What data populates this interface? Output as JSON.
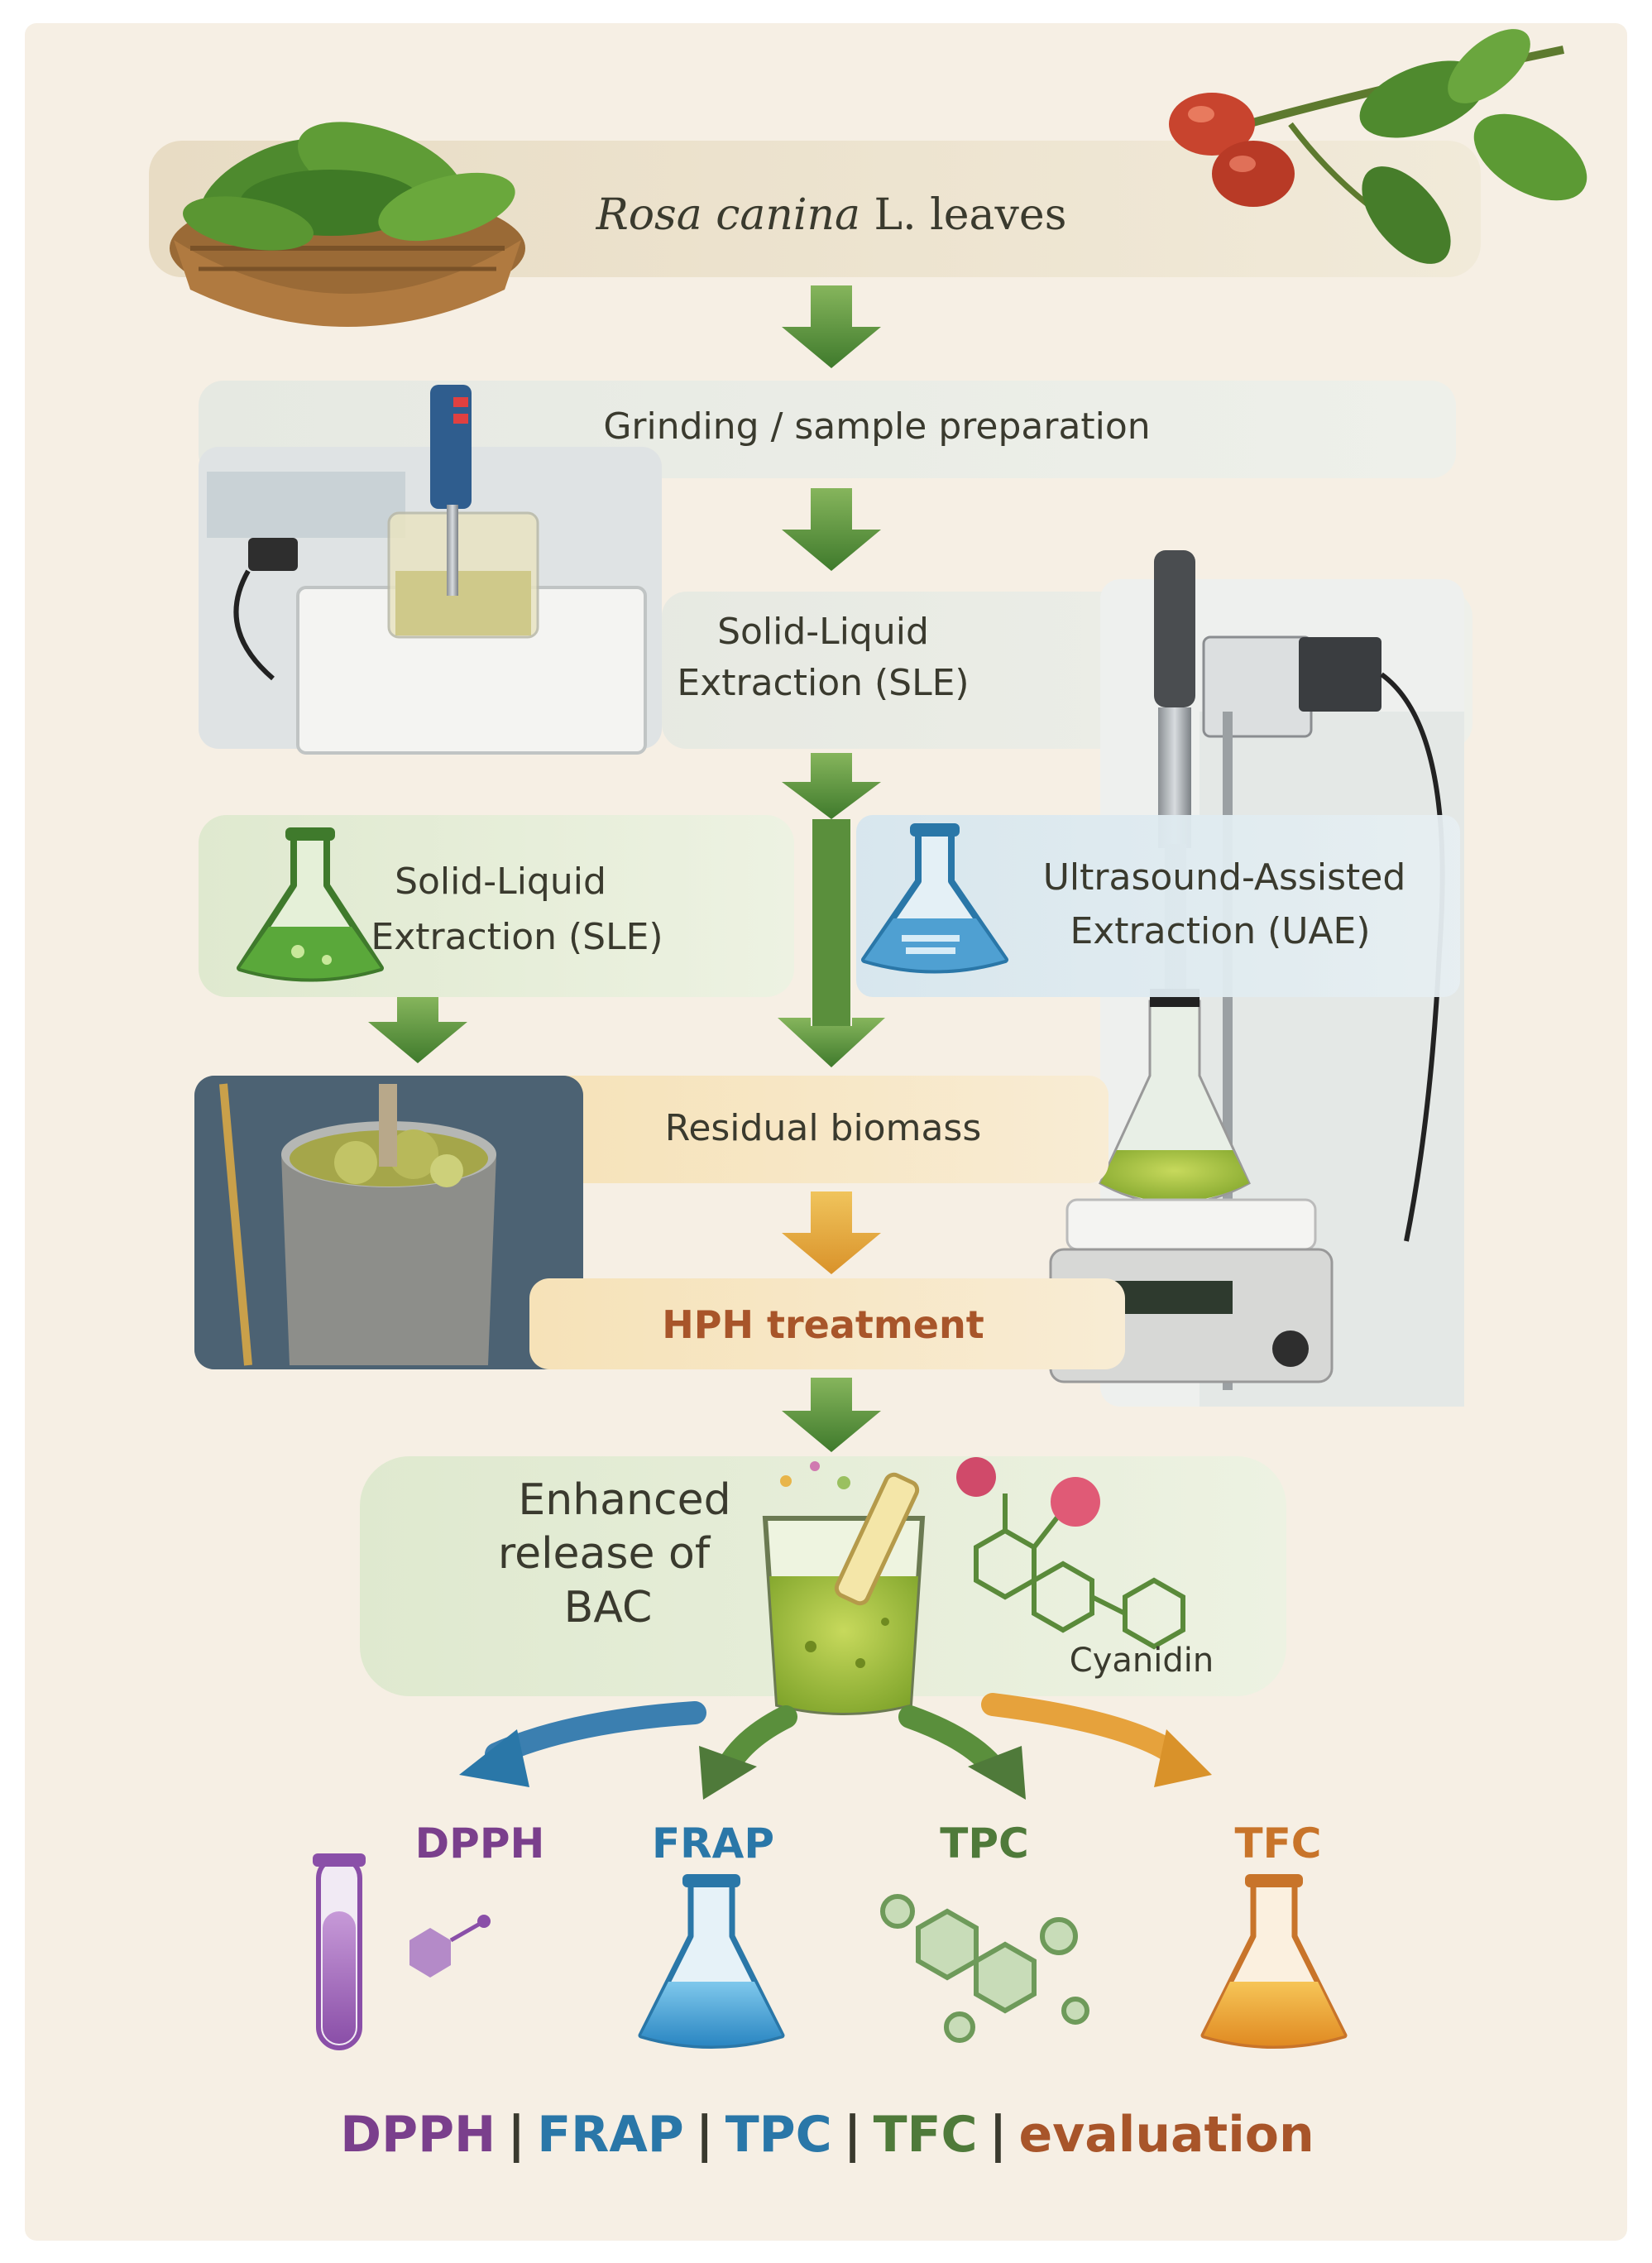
{
  "steps": {
    "leaves": {
      "species": "Rosa canina",
      "suffix": " L. leaves"
    },
    "grinding": "Grinding / sample preparation",
    "sle_top": {
      "line1": "Solid-Liquid",
      "line2": "Extraction (SLE)"
    },
    "sle_left": {
      "line1": "Solid-Liquid",
      "line2": "Extraction (SLE)"
    },
    "uae": {
      "line1": "Ultrasound-Assisted",
      "line2": "Extraction (UAE)"
    },
    "residual": "Residual biomass",
    "hph": "HPH treatment",
    "enhanced": {
      "line1": "Enhanced",
      "line2": "release of",
      "line3": "BAC"
    },
    "cyanidin": "Cyanidin"
  },
  "assays": [
    {
      "label": "DPPH",
      "color": "#7a3f8c"
    },
    {
      "label": "FRAP",
      "color": "#2a77a8"
    },
    {
      "label": "TPC",
      "color": "#4f7a3a"
    },
    {
      "label": "TFC",
      "color": "#c8742a"
    }
  ],
  "footer": {
    "dpph": "DPPH",
    "frap": "FRAP",
    "tpc": "TPC",
    "tfc": "TFC",
    "evaluation": "evaluation",
    "separator": "|"
  },
  "colors": {
    "background": "#f6efe4",
    "green_arrow": "#5a8f3c",
    "orange_arrow": "#e0a53a",
    "dpph": "#7a3f8c",
    "frap": "#2a77a8",
    "tpc": "#4f7a3a",
    "tfc": "#c8742a",
    "evaluation": "#a8552a"
  }
}
